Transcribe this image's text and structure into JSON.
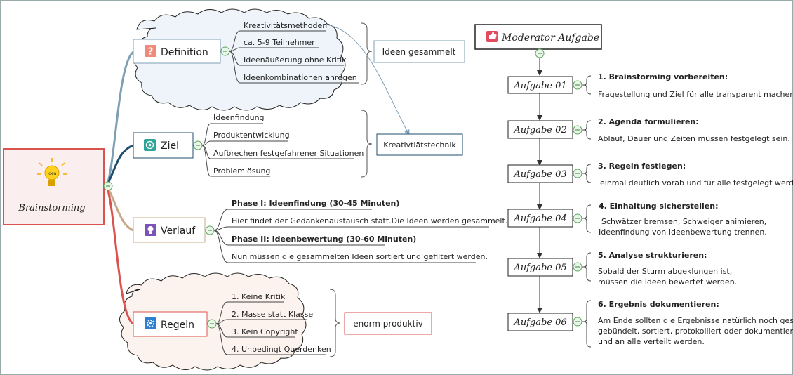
{
  "root": {
    "label": "Brainstorming"
  },
  "branches": {
    "definition": {
      "label": "Definition",
      "items": [
        "Kreativitätsmethoden",
        "ca. 5-9 Teilnehmer",
        "Ideenäußerung ohne Kritik",
        "Ideenkombinationen anregen"
      ],
      "summary": "Ideen gesammelt"
    },
    "ziel": {
      "label": "Ziel",
      "items": [
        "Ideenfindung",
        "Produktentwicklung",
        "Aufbrechen festgefahrener Situationen",
        "Problemlösung"
      ],
      "summary": "Kreativtiätstechnik"
    },
    "verlauf": {
      "label": "Verlauf",
      "items": [
        "Phase I: Ideenfindung (30-45 Minuten)",
        "Hier findet der Gedankenaustausch statt.Die Ideen werden gesammelt.",
        "Phase II: Ideenbewertung (30-60 Minuten)",
        "Nun müssen die gesammelten Ideen sortiert und gefiltert werden."
      ]
    },
    "regeln": {
      "label": "Regeln",
      "items": [
        "1. Keine Kritik",
        "2. Masse statt Klasse",
        "3. Kein Copyright",
        "4. Unbedingt Querdenken"
      ],
      "summary": "enorm produktiv"
    }
  },
  "moderator": {
    "title": "Moderator Aufgabe",
    "tasks": [
      {
        "label": "Aufgabe 01",
        "heading": "1. Brainstorming vorbereiten:",
        "lines": [
          "Fragestellung und Ziel für alle transparent machen."
        ]
      },
      {
        "label": "Aufgabe 02",
        "heading": "2. Agenda formulieren:",
        "lines": [
          "Ablauf, Dauer und Zeiten müssen festgelegt sein."
        ]
      },
      {
        "label": "Aufgabe  03",
        "heading": "3. Regeln festlegen:",
        "lines": [
          "einmal deutlich vorab und für alle festgelegt werden."
        ]
      },
      {
        "label": "Aufgabe 04",
        "heading": "4. Einhaltung sicherstellen:",
        "lines": [
          "Schwätzer bremsen, Schweiger animieren,",
          "Ideenfindung von Ideenbewertung trennen."
        ]
      },
      {
        "label": "Aufgabe 05",
        "heading": "5. Analyse strukturieren:",
        "lines": [
          "Sobald der Sturm abgeklungen ist,",
          "müssen die Ideen bewertet werden."
        ]
      },
      {
        "label": "Aufgabe 06",
        "heading": "6. Ergebnis dokumentieren:",
        "lines": [
          "Am Ende sollten die Ergebnisse natürlich noch gesam",
          "gebündelt, sortiert, protokolliert oder dokumentiert",
          "und an alle verteilt werden."
        ]
      }
    ]
  },
  "colors": {
    "root_border": "#d9534f",
    "root_fill": "#fbeeee",
    "branch_definition": "#7f9fb5",
    "branch_ziel": "#1f4e6e",
    "branch_verlauf": "#c8a888",
    "branch_regeln": "#d9534f",
    "cloud_definition_fill": "#eef4fa",
    "cloud_regeln_fill": "#fcf3ef",
    "toggle": "#5aa55a"
  },
  "icons": {
    "root": "lightbulb-icon",
    "definition": "question-icon",
    "ziel": "target-icon",
    "verlauf": "idea-bulb-icon",
    "regeln": "gear-icon",
    "moderator": "thumbs-up-icon"
  }
}
